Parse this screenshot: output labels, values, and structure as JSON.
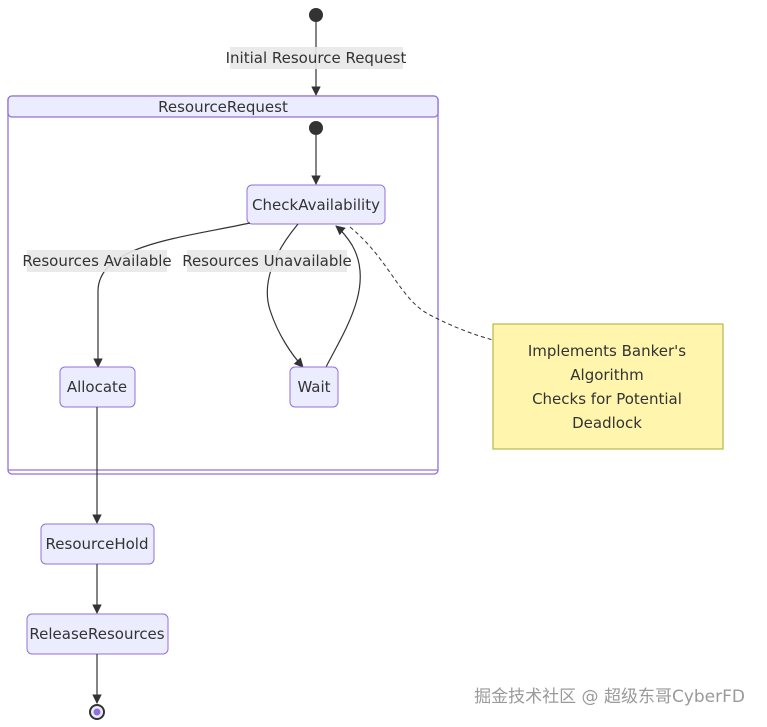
{
  "composite": {
    "title": "ResourceRequest"
  },
  "states": {
    "check": "CheckAvailability",
    "allocate": "Allocate",
    "wait": "Wait",
    "hold": "ResourceHold",
    "release": "ReleaseResources"
  },
  "edges": {
    "initial": "Initial Resource Request",
    "available": "Resources Available",
    "unavailable": "Resources Unavailable"
  },
  "note": {
    "lines": [
      "Implements Banker's",
      "Algorithm",
      "Checks for Potential",
      "Deadlock"
    ]
  },
  "watermark": "掘金技术社区 @ 超级东哥CyberFD",
  "colors": {
    "state_fill": "#ECECFF",
    "state_border": "#9370DB",
    "note_fill": "#FFF5AD",
    "note_border": "#AAAA33",
    "edge": "#333333"
  }
}
